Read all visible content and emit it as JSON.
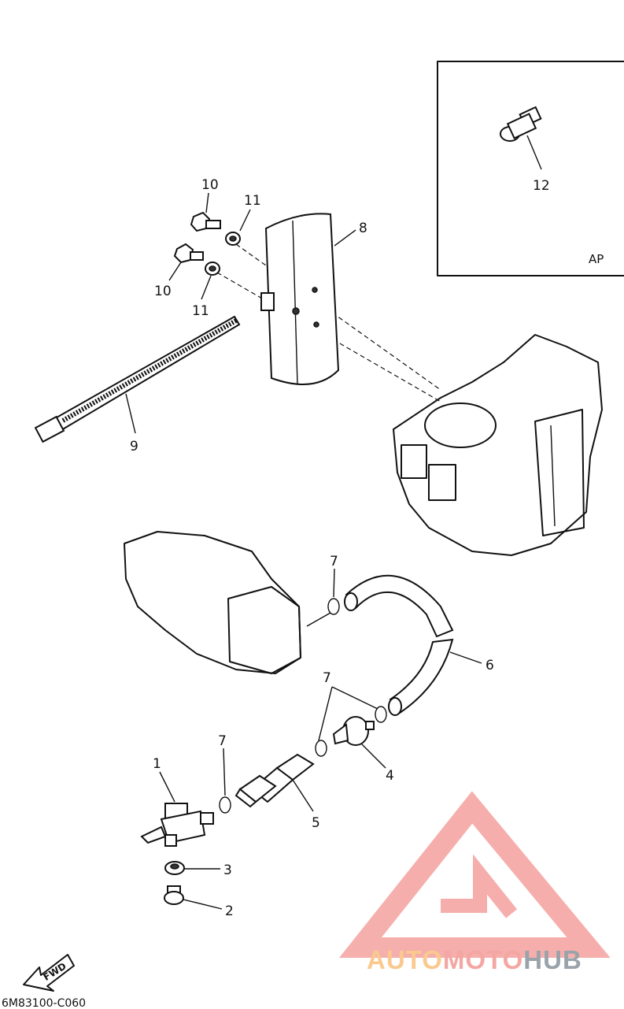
{
  "callouts": {
    "p1": "1",
    "p2": "2",
    "p3": "3",
    "p4": "4",
    "p5": "5",
    "p6": "6",
    "p7a": "7",
    "p7b": "7",
    "p7c": "7",
    "p8": "8",
    "p9": "9",
    "p10a": "10",
    "p10b": "10",
    "p11a": "11",
    "p11b": "11",
    "p12": "12"
  },
  "inset": {
    "label": "AP"
  },
  "fwd_label": "FWD",
  "code": "6M83100-C060",
  "watermark": {
    "auto": "AUTO",
    "moto": "MOTO",
    "hub": "HUB"
  },
  "colors": {
    "wm_red": "#f4a6a3",
    "wm_orange": "#f9c98f",
    "wm_gray": "#9aa3a9"
  }
}
